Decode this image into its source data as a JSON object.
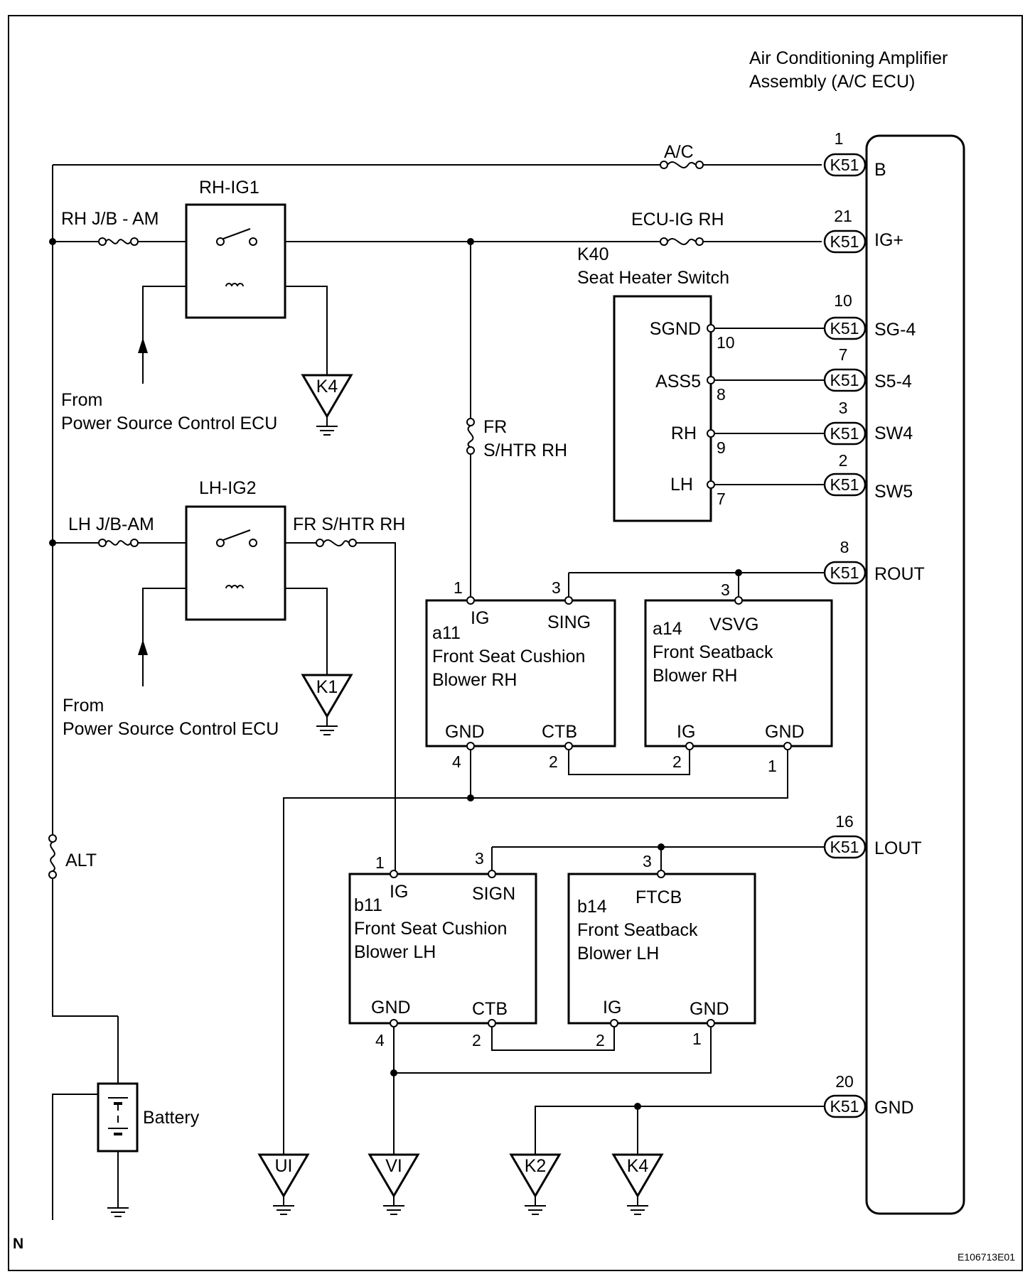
{
  "ecu": {
    "title_line1": "Air Conditioning Amplifier",
    "title_line2": "Assembly (A/C ECU)"
  },
  "connector": "K51",
  "pins": [
    {
      "id": "b",
      "num": "1",
      "name": "B"
    },
    {
      "id": "ig",
      "num": "21",
      "name": "IG+"
    },
    {
      "id": "sg4",
      "num": "10",
      "name": "SG-4"
    },
    {
      "id": "s54",
      "num": "7",
      "name": "S5-4"
    },
    {
      "id": "sw4",
      "num": "3",
      "name": "SW4"
    },
    {
      "id": "sw5",
      "num": "2",
      "name": "SW5"
    },
    {
      "id": "rout",
      "num": "8",
      "name": "ROUT"
    },
    {
      "id": "lout",
      "num": "16",
      "name": "LOUT"
    },
    {
      "id": "gnd",
      "num": "20",
      "name": "GND"
    }
  ],
  "fuses": {
    "ac": "A/C",
    "ecu_ig_rh": "ECU-IG RH",
    "rh_jb_am": "RH J/B - AM",
    "lh_jb_am": "LH J/B-AM",
    "fr_shtr_rh_v1": "FR",
    "fr_shtr_rh_v2": "S/HTR RH",
    "fr_shtr_rh_h": "FR S/HTR RH",
    "alt": "ALT"
  },
  "relays": {
    "rh": "RH-IG1",
    "lh": "LH-IG2"
  },
  "from_text": {
    "line1": "From",
    "line2": "Power Source Control ECU"
  },
  "switch": {
    "code": "K40",
    "name": "Seat Heater Switch",
    "terms": [
      {
        "name": "SGND",
        "num": "10"
      },
      {
        "name": "ASS5",
        "num": "8"
      },
      {
        "name": "RH",
        "num": "9"
      },
      {
        "name": "LH",
        "num": "7"
      }
    ]
  },
  "blowers": {
    "a11": {
      "code": "a11",
      "line1": "Front Seat Cushion",
      "line2": "Blower RH",
      "t_ig": "IG",
      "t_sig": "SING",
      "t_gnd": "GND",
      "t_ctb": "CTB",
      "n_ig": "1",
      "n_sig": "3",
      "n_gnd": "4",
      "n_ctb": "2"
    },
    "a14": {
      "code": "a14",
      "line1": "Front Seatback",
      "line2": "Blower RH",
      "t_sig": "VSVG",
      "t_ig": "IG",
      "t_gnd": "GND",
      "n_sig": "3",
      "n_ig": "2",
      "n_gnd": "1"
    },
    "b11": {
      "code": "b11",
      "line1": "Front Seat Cushion",
      "line2": "Blower LH",
      "t_ig": "IG",
      "t_sig": "SIGN",
      "t_gnd": "GND",
      "t_ctb": "CTB",
      "n_ig": "1",
      "n_sig": "3",
      "n_gnd": "4",
      "n_ctb": "2"
    },
    "b14": {
      "code": "b14",
      "line1": "Front Seatback",
      "line2": "Blower LH",
      "t_sig": "FTCB",
      "t_ig": "IG",
      "t_gnd": "GND",
      "n_sig": "3",
      "n_ig": "2",
      "n_gnd": "1"
    }
  },
  "grounds": {
    "k4_top": "K4",
    "k1": "K1",
    "ui": "UI",
    "vi": "VI",
    "k2": "K2",
    "k4_bottom": "K4"
  },
  "battery": "Battery",
  "corner_letter": "N",
  "figure_id": "E106713E01"
}
